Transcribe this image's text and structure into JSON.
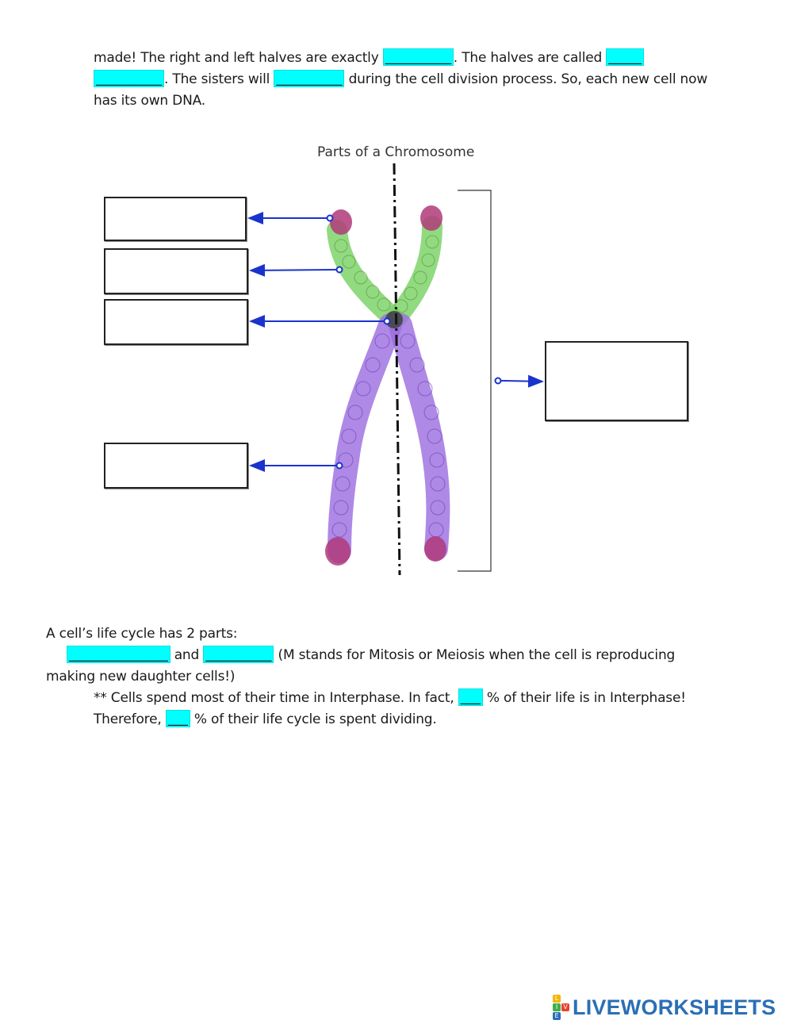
{
  "intro": {
    "line1_a": "made!  The right and left halves are exactly ",
    "blank1": "__________",
    "line1_b": ".  The halves are called ",
    "blank2": "_____",
    "blank3": "__________",
    "line2_a": ".  The sisters will ",
    "blank4": "__________",
    "line2_b": " during the cell division process. So, each new cell now",
    "line3": "has its own DNA."
  },
  "diagram": {
    "title": "Parts of a Chromosome",
    "colors": {
      "arrow": "#1a33cc",
      "telomere": "#b03a7a",
      "upper_arm": "#7ed36a",
      "lower_arm": "#9b6be0",
      "centromere": "#4a4a55"
    }
  },
  "life_cycle": {
    "heading": "A cell’s life cycle has 2 parts:",
    "blank1": "_______________",
    "and": " and ",
    "blank2": "__________",
    "line1_rest": " (M stands for Mitosis or Meiosis when the cell is reproducing",
    "line2": "making new daughter cells!)",
    "note_a": "** Cells spend most of their time in Interphase. In fact, ",
    "blank3": "___",
    "note_b": " % of their life is in Interphase!",
    "note2_a": "Therefore, ",
    "blank4": "___",
    "note2_b": " % of their life cycle is spent dividing."
  },
  "brand": {
    "logo_text": "LIVEWORKSHEETS",
    "logo_letters": [
      "L",
      "I",
      "V",
      "E"
    ]
  }
}
